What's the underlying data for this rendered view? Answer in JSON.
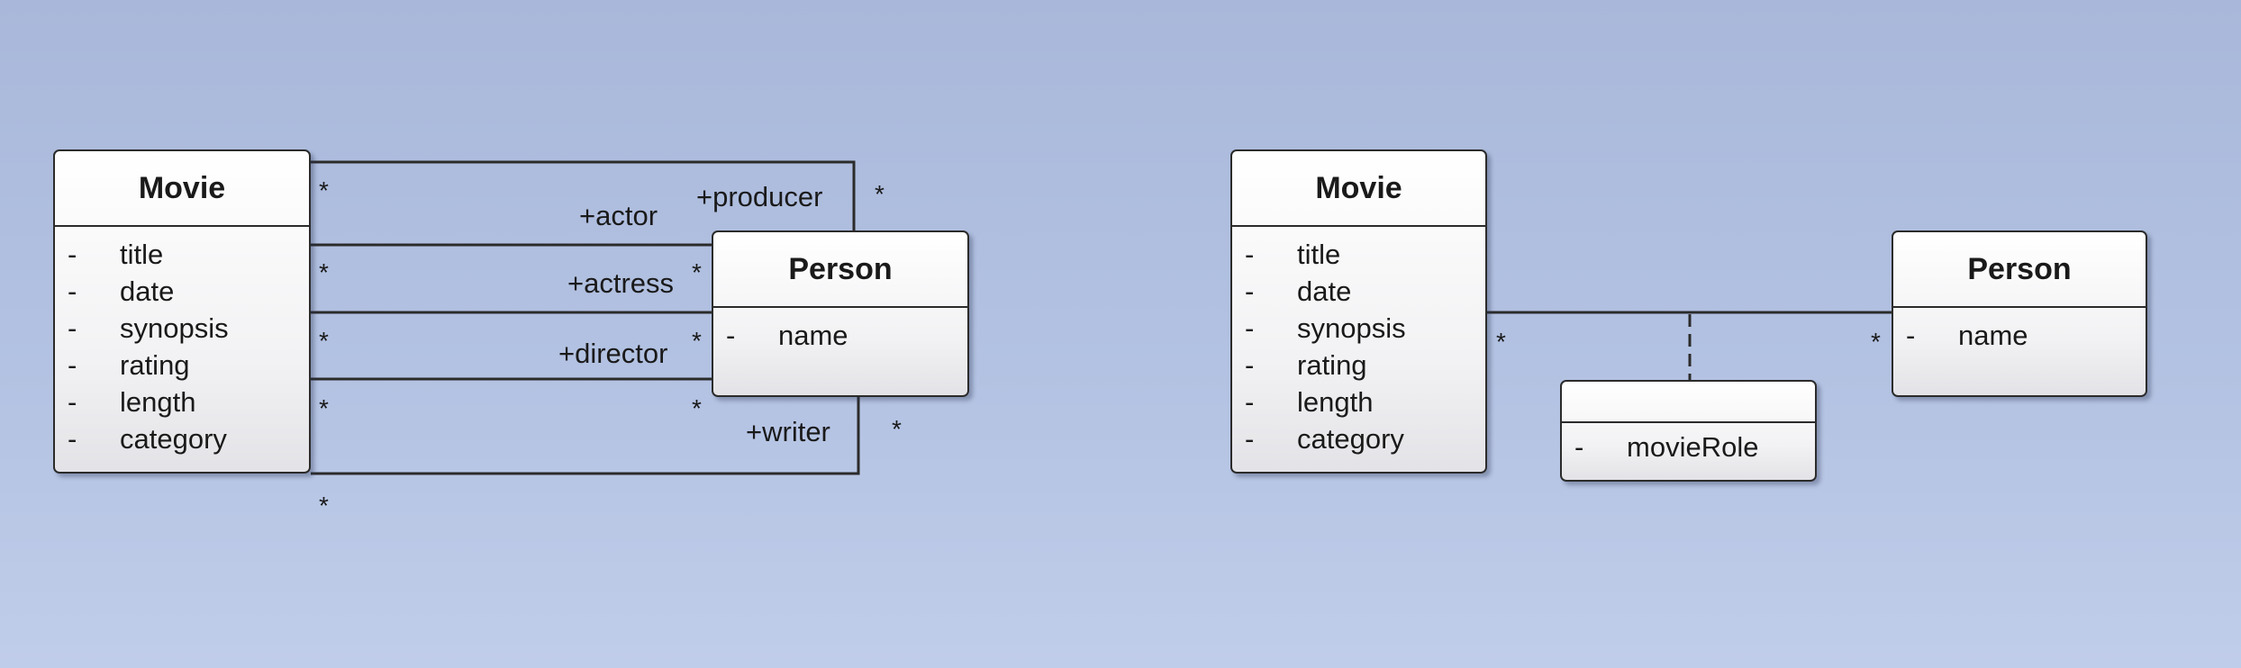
{
  "left_diagram": {
    "movie": {
      "name": "Movie",
      "attributes": [
        {
          "visibility": "-",
          "name": "title"
        },
        {
          "visibility": "-",
          "name": "date"
        },
        {
          "visibility": "-",
          "name": "synopsis"
        },
        {
          "visibility": "-",
          "name": "rating"
        },
        {
          "visibility": "-",
          "name": "length"
        },
        {
          "visibility": "-",
          "name": "category"
        }
      ]
    },
    "person": {
      "name": "Person",
      "attributes": [
        {
          "visibility": "-",
          "name": "name"
        }
      ]
    },
    "roles": {
      "actor": "+actor",
      "producer": "+producer",
      "actress": "+actress",
      "director": "+director",
      "writer": "+writer"
    },
    "multiplicity": "*"
  },
  "right_diagram": {
    "movie": {
      "name": "Movie",
      "attributes": [
        {
          "visibility": "-",
          "name": "title"
        },
        {
          "visibility": "-",
          "name": "date"
        },
        {
          "visibility": "-",
          "name": "synopsis"
        },
        {
          "visibility": "-",
          "name": "rating"
        },
        {
          "visibility": "-",
          "name": "length"
        },
        {
          "visibility": "-",
          "name": "category"
        }
      ]
    },
    "person": {
      "name": "Person",
      "attributes": [
        {
          "visibility": "-",
          "name": "name"
        }
      ]
    },
    "association_class": {
      "name": "",
      "attributes": [
        {
          "visibility": "-",
          "name": "movieRole"
        }
      ]
    },
    "multiplicity": "*"
  }
}
